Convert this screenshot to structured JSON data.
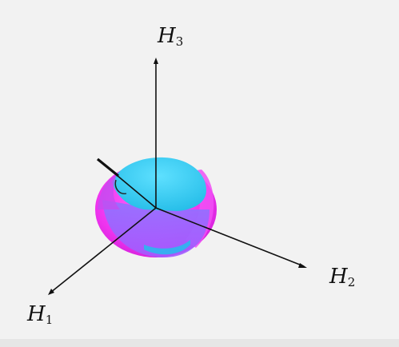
{
  "axes": [
    {
      "id": "h3",
      "symbol": "H",
      "subscript": "3"
    },
    {
      "id": "h2",
      "symbol": "H",
      "subscript": "2"
    },
    {
      "id": "h1",
      "symbol": "H",
      "subscript": "1"
    }
  ],
  "colors": {
    "background": "#f2f2f2",
    "axis": "#111111",
    "outer_surface": "#ff33ff",
    "inner_surface": "#33ccff",
    "blend": "#9a6bff"
  }
}
